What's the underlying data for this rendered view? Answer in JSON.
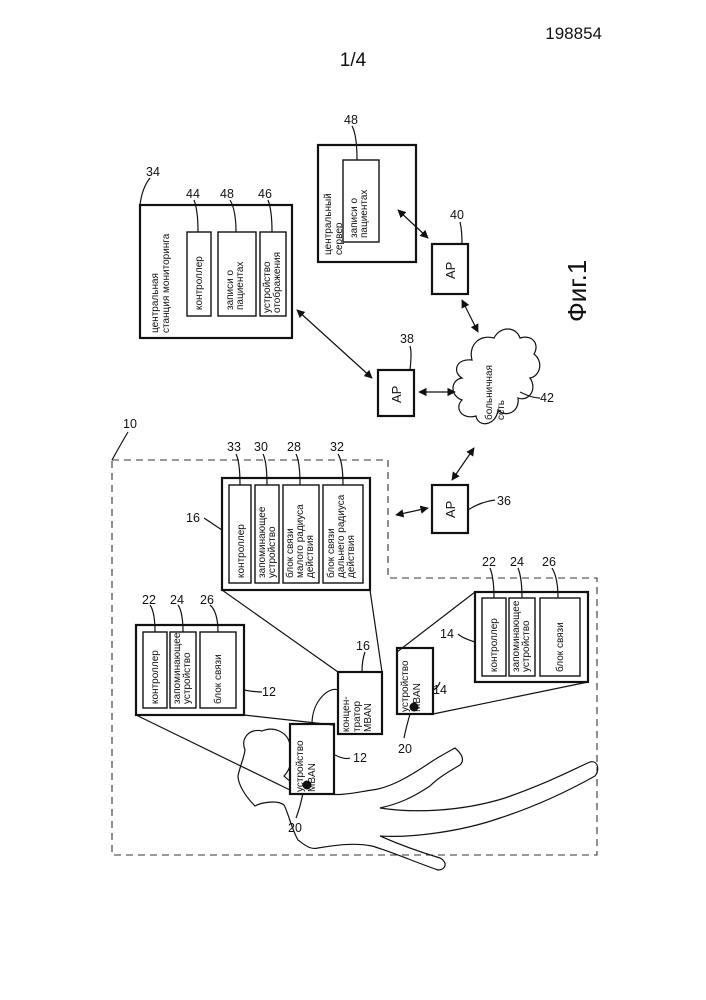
{
  "header": {
    "doc_number": "198854",
    "sheet": "1/4"
  },
  "figure_label": "Фиг.1",
  "system": {
    "ref": "10"
  },
  "patient_devices": {
    "left": {
      "ref": "12",
      "sensor_ref": "20",
      "title": [
        "устройство",
        "MBAN"
      ]
    },
    "right": {
      "ref": "14",
      "sensor_ref": "20",
      "title": [
        "устройство",
        "MBAN"
      ]
    }
  },
  "hub": {
    "ref": "16",
    "title": [
      "концен-",
      "тратор",
      "MBAN"
    ]
  },
  "hub_detail": {
    "ref": "16",
    "modules": [
      {
        "ref": "33",
        "lines": [
          "контроллер"
        ]
      },
      {
        "ref": "30",
        "lines": [
          "запоминающее",
          "устройство"
        ]
      },
      {
        "ref": "28",
        "lines": [
          "блок связи",
          "малого радиуса",
          "действия"
        ]
      },
      {
        "ref": "32",
        "lines": [
          "блок связи",
          "дальнего радиуса",
          "действия"
        ]
      }
    ]
  },
  "device_detail_left": {
    "ref": "12",
    "modules": [
      {
        "ref": "22",
        "lines": [
          "контроллер"
        ]
      },
      {
        "ref": "24",
        "lines": [
          "запоминающее",
          "устройство"
        ]
      },
      {
        "ref": "26",
        "lines": [
          "блок связи"
        ]
      }
    ]
  },
  "device_detail_right": {
    "ref": "14",
    "modules": [
      {
        "ref": "22",
        "lines": [
          "контроллер"
        ]
      },
      {
        "ref": "24",
        "lines": [
          "запоминающее",
          "устройство"
        ]
      },
      {
        "ref": "26",
        "lines": [
          "блок связи"
        ]
      }
    ]
  },
  "monitoring_station": {
    "ref": "34",
    "title": [
      "центральная",
      "станция мониторинга"
    ],
    "modules": [
      {
        "ref": "44",
        "lines": [
          "контроллер"
        ]
      },
      {
        "ref": "48",
        "lines": [
          "записи о",
          "пациентах"
        ]
      },
      {
        "ref": "46",
        "lines": [
          "устройство",
          "отображения"
        ]
      }
    ]
  },
  "central_server": {
    "ref": "48",
    "title": [
      "центральный",
      "сервер"
    ],
    "module": {
      "lines": [
        "записи о",
        "пациентах"
      ]
    }
  },
  "access_points": [
    {
      "ref": "38",
      "label": "AP"
    },
    {
      "ref": "36",
      "label": "AP"
    },
    {
      "ref": "40",
      "label": "AP"
    }
  ],
  "network": {
    "ref": "42",
    "lines": [
      "больничная",
      "сеть"
    ]
  }
}
